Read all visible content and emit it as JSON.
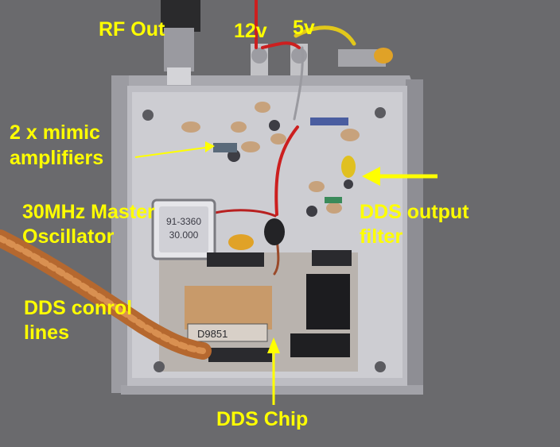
{
  "labels": {
    "rf_out": "RF Out",
    "v12": "12v",
    "v5": "5v",
    "mimic_line1": "2 x mimic",
    "mimic_line2": "amplifiers",
    "osc_line1": "30MHz Master",
    "osc_line2": "Oscillator",
    "dds_filter_line1": "DDS output",
    "dds_filter_line2": "filter",
    "control_line1": "DDS conrol",
    "control_line2": "lines",
    "dds_chip": "DDS Chip"
  },
  "components": {
    "oscillator_line1": "91-3360",
    "oscillator_line2": "30.000",
    "chip_marking": "D9851"
  },
  "colors": {
    "label_yellow": "#ffff00",
    "label_white": "#ffffff",
    "background": "#6e6e70",
    "enclosure_metal": "#b9b9bf",
    "braid_copper": "#c77a45"
  },
  "icons": {
    "rf_connector": "sma-connector-icon",
    "filter_arrow": "left-arrow-icon",
    "chip_arrow": "up-arrow-icon"
  }
}
